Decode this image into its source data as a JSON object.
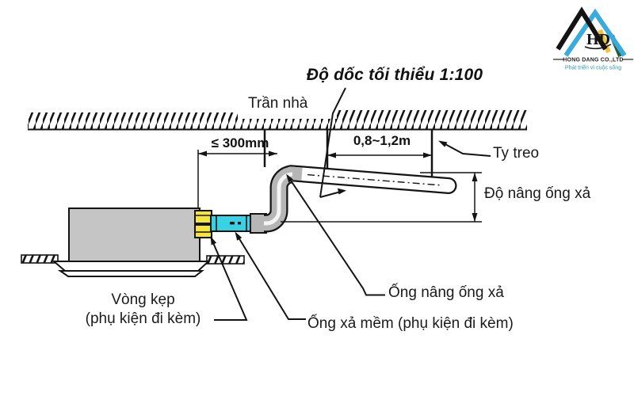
{
  "logo": {
    "monogram": "HD",
    "company": "HONG DANG CO.,LTD",
    "tagline": "Phát triển vì cuộc sống",
    "colors": {
      "blue": "#3aabdc",
      "black": "#141414",
      "yellow": "#f2c23a",
      "green": "#20603a",
      "tagline_teal": "#2a9aa4"
    }
  },
  "diagram": {
    "title": "Độ dốc tối thiểu 1:100",
    "labels": {
      "ceiling": "Trần nhà",
      "hanger_rod": "Ty treo",
      "drain_lift": "Độ nâng ống xả",
      "clamp_line1": "Vòng kẹp",
      "clamp_line2": "(phụ kiện đi kèm)",
      "riser_pipe": "Ống nâng ống xả",
      "flexible_hose": "Ống xả mềm (phụ kiện đi kèm)"
    },
    "dimensions": {
      "unit_to_riser": "≤ 300mm",
      "hanger_spacing": "0,8~1,2m"
    },
    "colors": {
      "hose_cyan": "#39d2e4",
      "clamp_yellow": "#f6e53c",
      "unit_gray": "#c5c5c5",
      "pipe_gray": "#b6b6b6",
      "line": "#141414"
    }
  }
}
